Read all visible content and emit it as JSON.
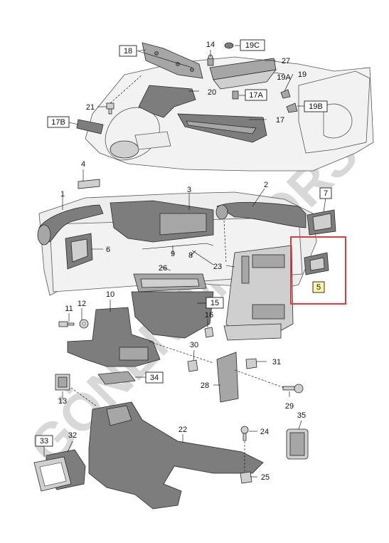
{
  "watermark": "GÖNEN MOTORS",
  "highlight_color": "#e03a3a",
  "highlight_fill": "#fff5a8",
  "callouts": {
    "c1": "1",
    "c2": "2",
    "c3": "3",
    "c4": "4",
    "c5": "5",
    "c6": "6",
    "c7": "7",
    "c8": "8",
    "c9": "9",
    "c10": "10",
    "c11": "11",
    "c12": "12",
    "c13": "13",
    "c14": "14",
    "c15": "15",
    "c16": "16",
    "c17": "17",
    "c17A": "17A",
    "c17B": "17B",
    "c18": "18",
    "c19": "19",
    "c19A": "19A",
    "c19B": "19B",
    "c19C": "19C",
    "c20": "20",
    "c21": "21",
    "c22": "22",
    "c23": "23",
    "c24": "24",
    "c25": "25",
    "c26": "26",
    "c27": "27",
    "c28": "28",
    "c29": "29",
    "c30": "30",
    "c31": "31",
    "c32": "32",
    "c33": "33",
    "c34": "34",
    "c35": "35"
  }
}
